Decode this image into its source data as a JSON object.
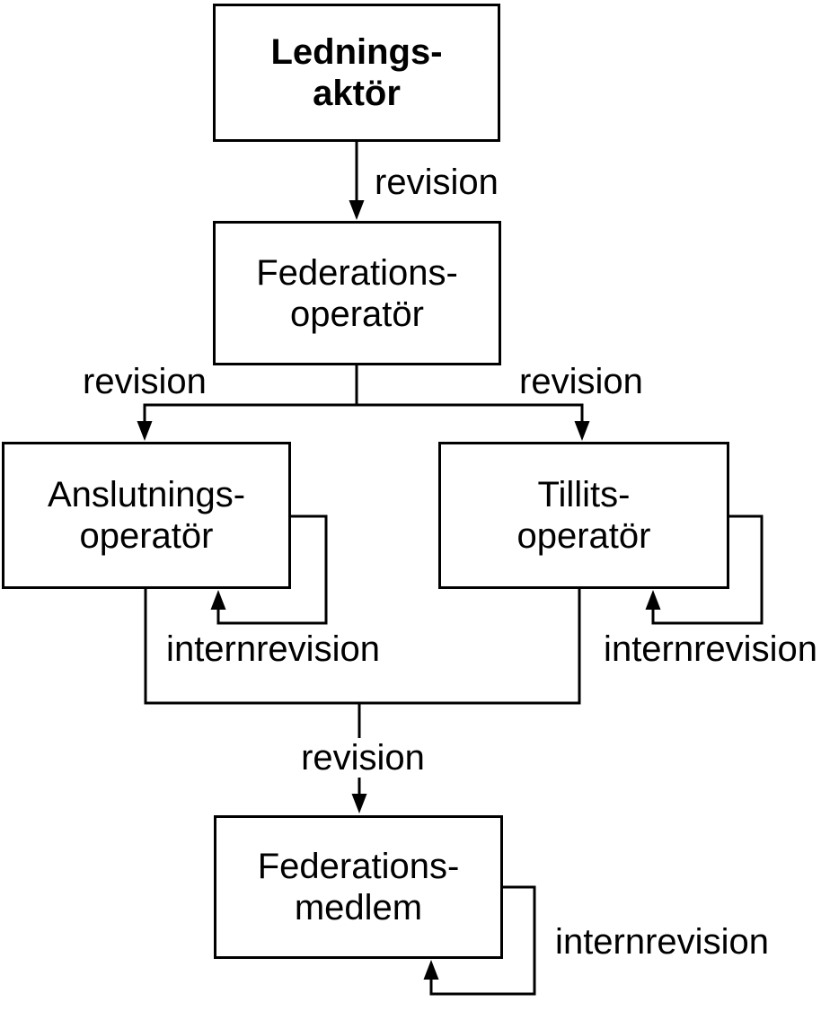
{
  "diagram": {
    "nodes": {
      "ledningsaktor": {
        "line1": "Lednings-",
        "line2": "aktör"
      },
      "federationsoperator": {
        "line1": "Federations-",
        "line2": "operatör"
      },
      "anslutningsoperator": {
        "line1": "Anslutnings-",
        "line2": "operatör"
      },
      "tillitsoperator": {
        "line1": "Tillits-",
        "line2": "operatör"
      },
      "federationsmedlem": {
        "line1": "Federations-",
        "line2": "medlem"
      }
    },
    "edge_labels": {
      "revision_top": "revision",
      "revision_left": "revision",
      "revision_right": "revision",
      "revision_bottom": "revision",
      "internrevision_left": "internrevision",
      "internrevision_right": "internrevision",
      "internrevision_bottom": "internrevision"
    },
    "colors": {
      "line": "#000000",
      "text": "#000000",
      "box_fill": "#ffffff",
      "background": "#ffffff"
    }
  }
}
